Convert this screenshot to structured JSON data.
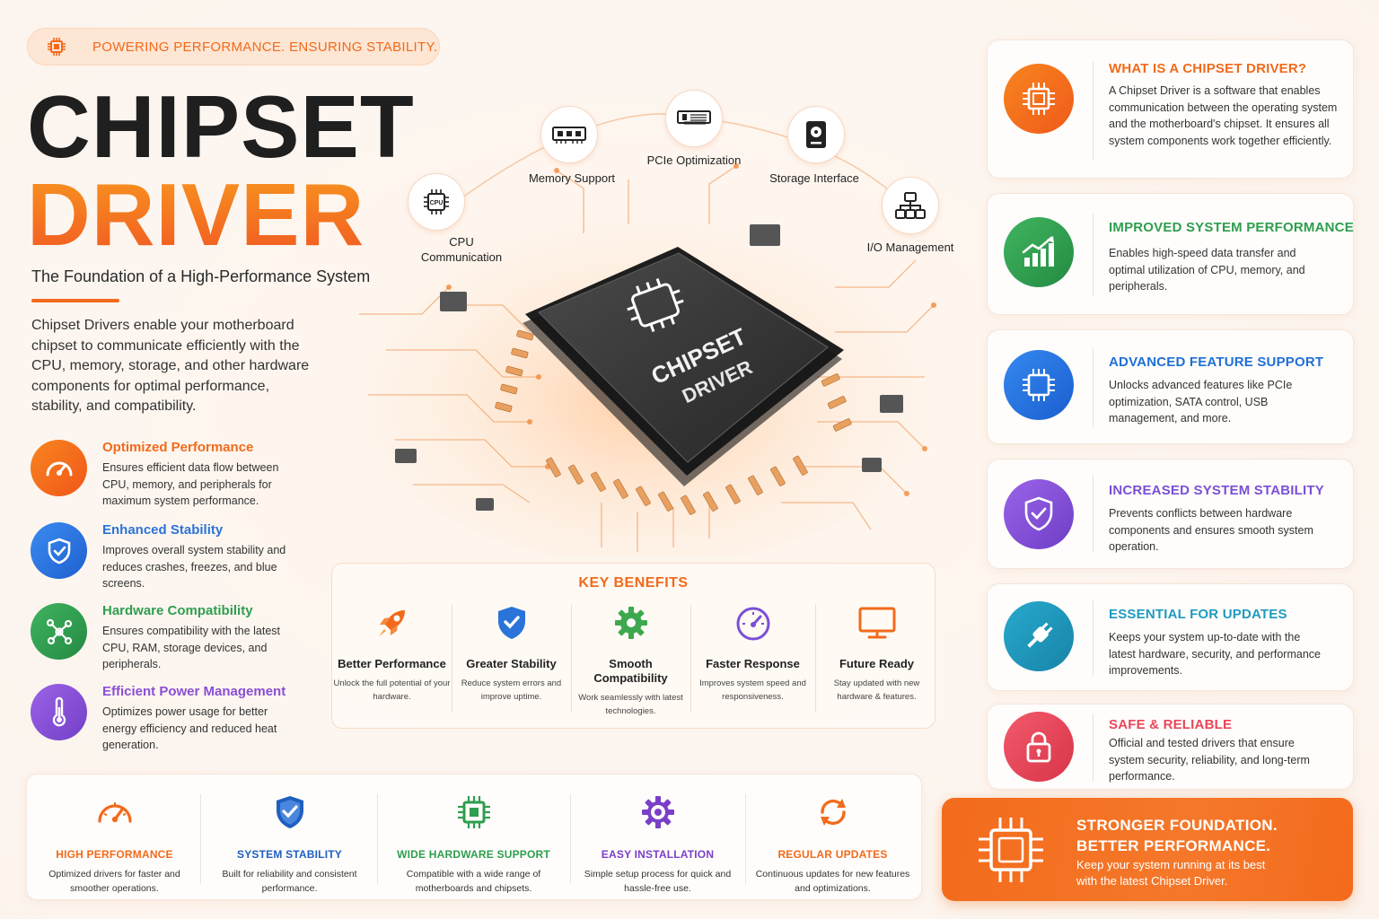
{
  "tagline": "POWERING PERFORMANCE. ENSURING STABILITY.",
  "title_line1": "CHIPSET",
  "title_line2": "DRIVER",
  "subtitle": "The Foundation of a High-Performance System",
  "intro": "Chipset Drivers enable your motherboard chipset to communicate efficiently with the CPU, memory, storage, and other hardware components for optimal performance, stability, and compatibility.",
  "left_features": [
    {
      "title": "Optimized Performance",
      "desc": "Ensures efficient data flow between CPU, memory, and peripherals for maximum system performance.",
      "icon": "speedometer-icon",
      "color": "#f26a1b"
    },
    {
      "title": "Enhanced Stability",
      "desc": "Improves overall system stability and reduces crashes, freezes, and blue screens.",
      "icon": "shield-check-icon",
      "color": "#2a73d9"
    },
    {
      "title": "Hardware Compatibility",
      "desc": "Ensures compatibility with the latest CPU, RAM, storage devices, and peripherals.",
      "icon": "network-nodes-icon",
      "color": "#2e9e4f"
    },
    {
      "title": "Efficient Power Management",
      "desc": "Optimizes power usage for better energy efficiency and reduced heat generation.",
      "icon": "thermometer-icon",
      "color": "#8a4fd6"
    }
  ],
  "orbit": [
    {
      "label": "CPU Communication",
      "icon": "cpu-icon"
    },
    {
      "label": "Memory Support",
      "icon": "memory-module-icon"
    },
    {
      "label": "PCIe Optimization",
      "icon": "pcie-card-icon"
    },
    {
      "label": "Storage Interface",
      "icon": "hard-drive-icon"
    },
    {
      "label": "I/O Management",
      "icon": "io-tree-icon"
    }
  ],
  "chip_text_1": "CHIPSET",
  "chip_text_2": "DRIVER",
  "key_benefits": {
    "title": "KEY BENEFITS",
    "items": [
      {
        "name": "Better Performance",
        "desc": "Unlock the full potential of your hardware.",
        "icon": "rocket-icon",
        "color": "#f26a1b"
      },
      {
        "name": "Greater Stability",
        "desc": "Reduce system errors and improve uptime.",
        "icon": "shield-check-icon",
        "color": "#2a73d9"
      },
      {
        "name": "Smooth Compatibility",
        "desc": "Work seamlessly with latest technologies.",
        "icon": "gear-icon",
        "color": "#3ea84f"
      },
      {
        "name": "Faster Response",
        "desc": "Improves system speed and responsiveness.",
        "icon": "speedometer-icon",
        "color": "#7a4fd6"
      },
      {
        "name": "Future Ready",
        "desc": "Stay updated with new hardware & features.",
        "icon": "monitor-icon",
        "color": "#f26a1b"
      }
    ]
  },
  "bottom_strip": [
    {
      "name": "HIGH PERFORMANCE",
      "desc": "Optimized drivers for faster and smoother operations.",
      "icon": "speedometer-icon",
      "color": "#f26a1b"
    },
    {
      "name": "SYSTEM STABILITY",
      "desc": "Built for reliability and consistent performance.",
      "icon": "shield-check-icon",
      "color": "#1f5fbf"
    },
    {
      "name": "WIDE HARDWARE SUPPORT",
      "desc": "Compatible with a wide range of motherboards and chipsets.",
      "icon": "chip-icon",
      "color": "#2e9e4f"
    },
    {
      "name": "EASY INSTALLATION",
      "desc": "Simple setup process for quick and hassle-free use.",
      "icon": "gear-icon",
      "color": "#7a3fc8"
    },
    {
      "name": "REGULAR UPDATES",
      "desc": "Continuous updates for new features and optimizations.",
      "icon": "refresh-icon",
      "color": "#f26a1b"
    }
  ],
  "cards": [
    {
      "title": "WHAT IS A CHIPSET DRIVER?",
      "desc": "A Chipset Driver is a software that enables communication between the operating system and the motherboard's chipset. It ensures all system components work together efficiently.",
      "icon": "chip-icon",
      "color": "#f26a1b"
    },
    {
      "title": "IMPROVED SYSTEM PERFORMANCE",
      "desc": "Enables high-speed data transfer and optimal utilization of CPU, memory, and peripherals.",
      "icon": "growth-chart-icon",
      "color": "#2e9e4f"
    },
    {
      "title": "ADVANCED FEATURE SUPPORT",
      "desc": "Unlocks advanced features like PCIe optimization, SATA control, USB management, and more.",
      "icon": "chip-icon",
      "color": "#1f6fd6"
    },
    {
      "title": "INCREASED SYSTEM STABILITY",
      "desc": "Prevents conflicts between hardware components and ensures smooth system operation.",
      "icon": "shield-check-icon",
      "color": "#7a4fd6"
    },
    {
      "title": "ESSENTIAL FOR UPDATES",
      "desc": "Keeps your system up-to-date with the latest hardware, security, and performance improvements.",
      "icon": "plug-icon",
      "color": "#1f9bbf"
    },
    {
      "title": "SAFE & RELIABLE",
      "desc": "Official and tested drivers that ensure system security, reliability, and long-term performance.",
      "icon": "lock-icon",
      "color": "#e9465a"
    }
  ],
  "cta": {
    "headline_1": "STRONGER FOUNDATION.",
    "headline_2": "BETTER PERFORMANCE.",
    "desc_1": "Keep your system running at its best",
    "desc_2": "with the latest Chipset Driver."
  }
}
